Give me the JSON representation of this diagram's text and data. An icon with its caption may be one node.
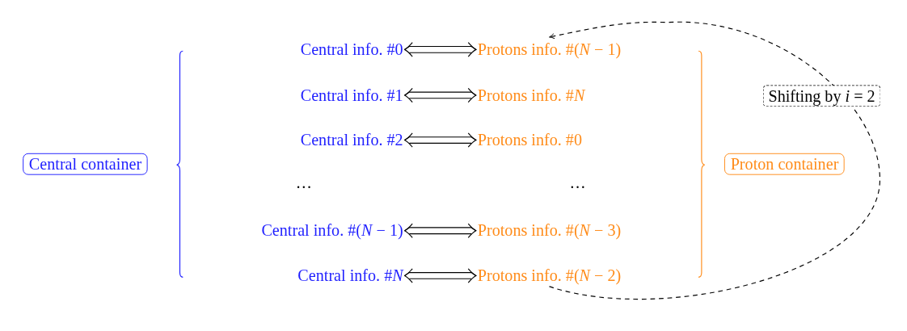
{
  "diagram": {
    "nodes": [
      {
        "text": [
          "Central container"
        ]
      },
      {
        "text": [
          "Central info. #0"
        ]
      },
      {
        "text": [
          "Protons info. #(*N* − 1)"
        ]
      },
      {
        "text": [
          "Central info. #1"
        ]
      },
      {
        "text": [
          "Protons info. #*N*"
        ]
      },
      {
        "text": [
          "Central info. #2"
        ]
      },
      {
        "text": [
          "Protons info. #0"
        ]
      },
      {
        "text": [
          "Central info. #(*N* − 1)"
        ]
      },
      {
        "text": [
          "Protons info. #(*N* − 3)"
        ]
      },
      {
        "text": [
          "Central info. #*N*"
        ]
      },
      {
        "text": [
          "Protons info. #(*N* − 2)"
        ]
      },
      {
        "text": [
          "Proton container"
        ]
      }
    ],
    "edges": [
      {
        "from": 1,
        "to": 2,
        "arrow": "both"
      },
      {
        "from": 3,
        "to": 4,
        "arrow": "both"
      },
      {
        "from": 5,
        "to": 6,
        "arrow": "both"
      },
      {
        "from": 7,
        "to": 8,
        "arrow": "both"
      },
      {
        "from": 9,
        "to": 10,
        "arrow": "both"
      },
      {
        "from": 10,
        "to": 2,
        "arrow": "to",
        "style": "dashed",
        "label": "Shifting by *i* = 2"
      }
    ],
    "labels": [
      "…",
      "…"
    ]
  }
}
